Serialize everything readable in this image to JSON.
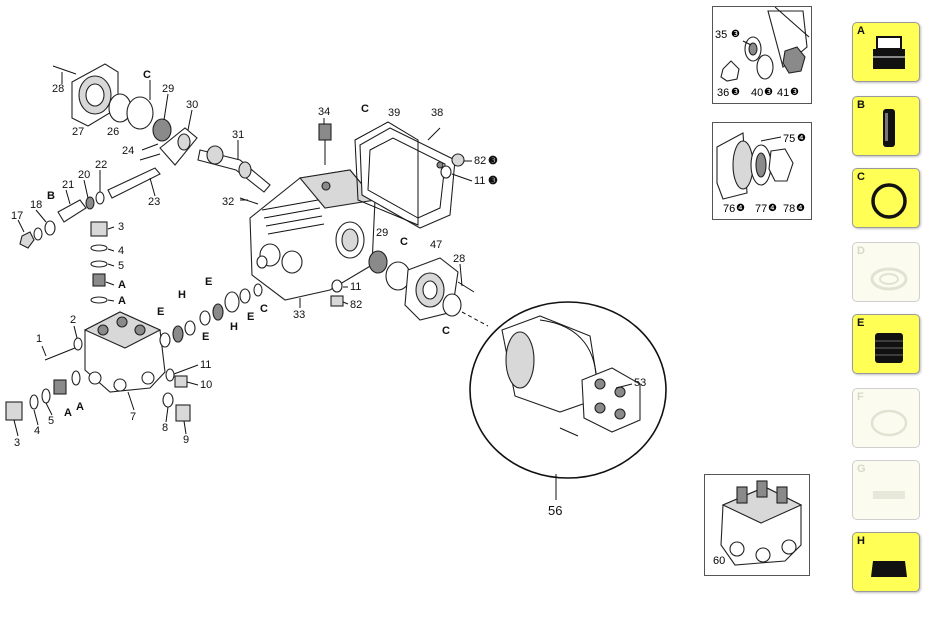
{
  "labels": {
    "p28a": "28",
    "p27": "27",
    "p26": "26",
    "p29a": "29",
    "p30": "30",
    "cTop": "C",
    "p24": "24",
    "p31": "31",
    "p23": "23",
    "p22": "22",
    "p20": "20",
    "p21": "21",
    "bLbl": "B",
    "p18": "18",
    "p17": "17",
    "p32": "32",
    "p34": "34",
    "cMid": "C",
    "p39": "39",
    "p38": "38",
    "p82a": "82",
    "p11a": "11",
    "p33": "33",
    "p29b": "29",
    "cRight": "C",
    "p47": "47",
    "p28b": "28",
    "p11b": "11",
    "p82b": "82",
    "cBot": "C",
    "p3a": "3",
    "p4a": "4",
    "p5a": "5",
    "aTop1": "A",
    "aTop2": "A",
    "p1": "1",
    "p2": "2",
    "eA": "E",
    "hA": "H",
    "eB": "E",
    "eC": "E",
    "hB": "H",
    "eD": "E",
    "cLow": "C",
    "p11c": "11",
    "p10": "10",
    "p7": "7",
    "p8": "8",
    "p9": "9",
    "p3b": "3",
    "p4b": "4",
    "p5b": "5",
    "aBot1": "A",
    "aBot2": "A",
    "p53": "53",
    "p56": "56"
  },
  "insets": {
    "top": [
      "35",
      "36",
      "40",
      "41"
    ],
    "mid": [
      "75",
      "76",
      "77",
      "78"
    ],
    "bottom": "60"
  },
  "kits": [
    {
      "letter": "A",
      "state": "enabled",
      "icon": "valve-assembly-icon"
    },
    {
      "letter": "B",
      "state": "enabled",
      "icon": "plunger-icon"
    },
    {
      "letter": "C",
      "state": "enabled",
      "icon": "o-ring-icon"
    },
    {
      "letter": "D",
      "state": "disabled",
      "icon": "seal-icon"
    },
    {
      "letter": "E",
      "state": "enabled",
      "icon": "packing-stack-icon"
    },
    {
      "letter": "F",
      "state": "disabled",
      "icon": "ring-icon"
    },
    {
      "letter": "G",
      "state": "disabled",
      "icon": "gasket-icon"
    },
    {
      "letter": "H",
      "state": "enabled",
      "icon": "seal-kit-icon"
    }
  ],
  "colors": {
    "kit_enabled": "#ffff55",
    "kit_disabled": "#fbfbf0"
  }
}
